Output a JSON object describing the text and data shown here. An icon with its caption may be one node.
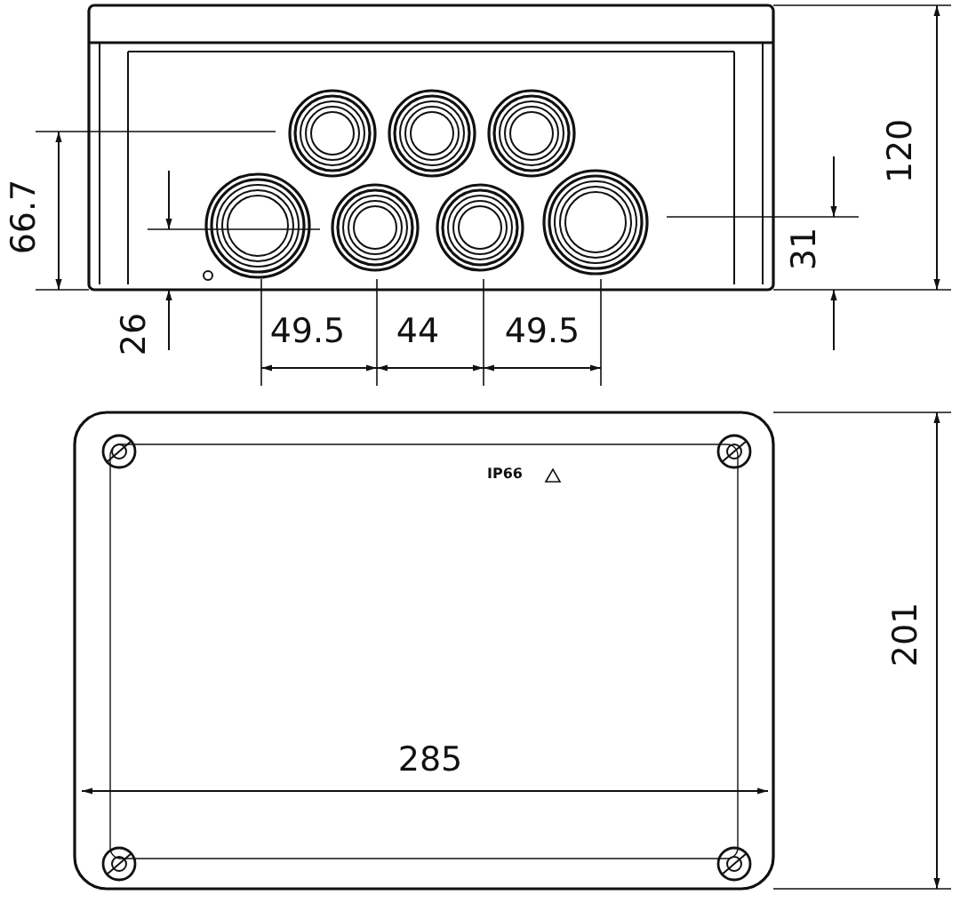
{
  "diagram": {
    "labels": [
      "120",
      "66.7",
      "31",
      "26",
      "49.5",
      "44",
      "49.5",
      "IP66",
      "201",
      "285"
    ]
  }
}
